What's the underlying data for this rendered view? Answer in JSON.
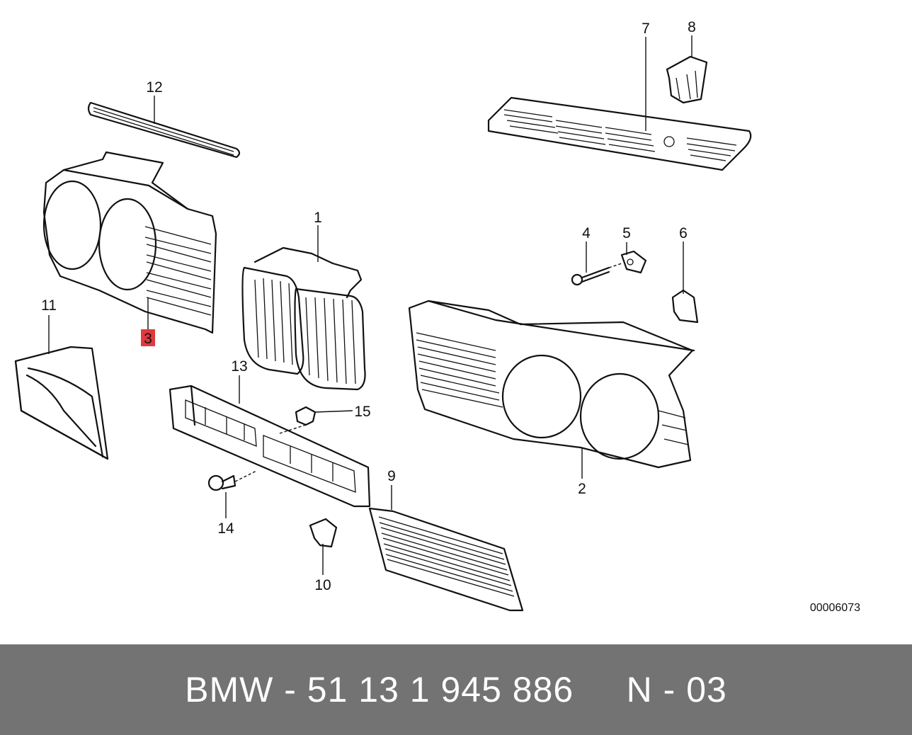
{
  "diagram": {
    "callouts": {
      "p1": "1",
      "p2": "2",
      "p3": "3",
      "p4": "4",
      "p5": "5",
      "p6": "6",
      "p7": "7",
      "p8": "8",
      "p9": "9",
      "p10": "10",
      "p11": "11",
      "p12": "12",
      "p13": "13",
      "p14": "14",
      "p15": "15"
    },
    "highlight_color": "#e0393e",
    "drawing_number": "00006073"
  },
  "footer": {
    "part_label": "BMW - 51 13 1 945 886     N - 03",
    "background": "#737373"
  }
}
